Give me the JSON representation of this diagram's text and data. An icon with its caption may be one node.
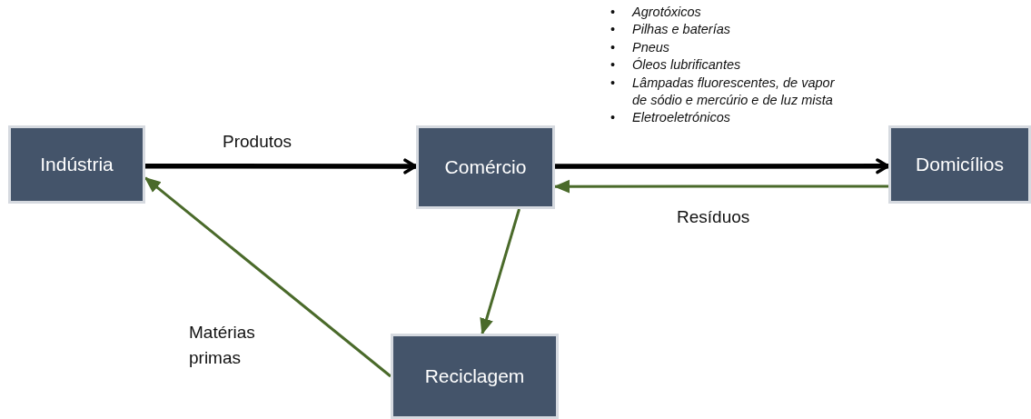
{
  "diagram": {
    "nodes": [
      {
        "text": [
          "Indústria"
        ]
      },
      {
        "text": [
          "Comércio"
        ]
      },
      {
        "text": [
          "Domicílios"
        ]
      },
      {
        "text": [
          "Reciclagem"
        ]
      }
    ],
    "edges": [
      {
        "from": 0,
        "to": 1,
        "arrow": "to",
        "label": "Produtos",
        "style": "thick",
        "color": "#000000"
      },
      {
        "from": 1,
        "to": 2,
        "arrow": "to",
        "style": "thick",
        "color": "#000000"
      },
      {
        "from": 2,
        "to": 1,
        "arrow": "to",
        "label": "Resíduos"
      },
      {
        "from": 1,
        "to": 3,
        "arrow": "to"
      },
      {
        "from": 3,
        "to": 0,
        "arrow": "to",
        "label": "Matérias primas"
      }
    ],
    "labels": [
      "•",
      "Agrotóxicos",
      "•",
      "Pilhas e baterías",
      "•",
      "Pneus",
      "•",
      "Óleos lubrificantes",
      "•",
      "Lâmpadas fluorescentes, de vapor de sódio e mercúrio e de luz mista",
      "•",
      "Eletroeletrónicos"
    ]
  }
}
